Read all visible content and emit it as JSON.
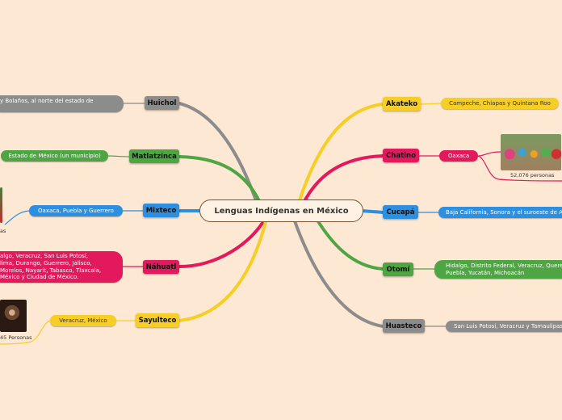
{
  "title": "Lenguas Indígenas en México",
  "colors": {
    "background": "#fde8d3",
    "gray": "#8c8c8c",
    "green": "#4fa544",
    "blue": "#2d8fe0",
    "pink": "#e2195c",
    "yellow": "#f7ce25"
  },
  "left_branches": [
    {
      "name": "Huichol",
      "detail": "y Bolaños, al norte del estado de"
    },
    {
      "name": "Matlatzinca",
      "detail": "Estado de México (un municipio)"
    },
    {
      "name": "Mixteco",
      "detail": "Oaxaca, Puebla y Guerrero",
      "caption": "as"
    },
    {
      "name": "Náhuatl",
      "detail_lines": [
        "algo, Veracruz, San Luis Potosí,",
        "lima, Durango, Guerrero, Jalisco,",
        "Morelos, Nayarit, Tabasco, Tlaxcala,",
        "México y Ciudad de México."
      ]
    },
    {
      "name": "Sayulteco",
      "detail": "Veracruz, México",
      "caption": "45 Personas"
    }
  ],
  "right_branches": [
    {
      "name": "Akateko",
      "detail": "Campeche, Chiapas y Quintana Roo"
    },
    {
      "name": "Chatino",
      "detail": "Oaxaca",
      "caption": "52,076 personas"
    },
    {
      "name": "Cucapá",
      "detail": "Baja California, Sonora y el suroeste de A"
    },
    {
      "name": "Otomí",
      "detail_lines": [
        "Hidalgo, Distrito Federal, Veracruz, Quere",
        "Puebla, Yucatán, Michoacán"
      ]
    },
    {
      "name": "Huasteco",
      "detail": "San Luis Potosí, Veracruz y Tamaulipas"
    }
  ]
}
